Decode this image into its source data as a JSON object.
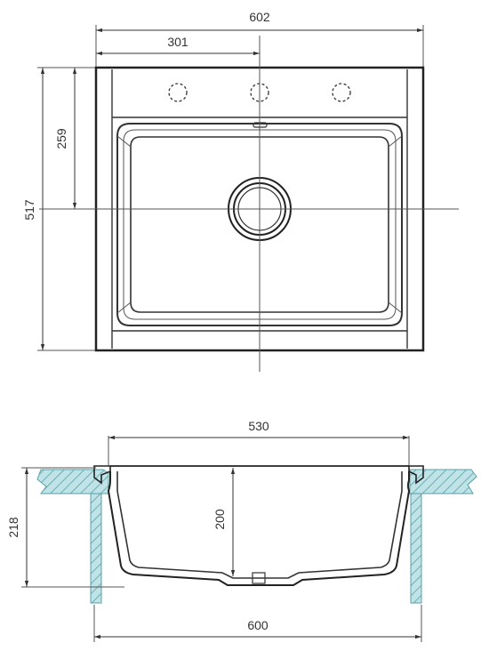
{
  "top_view": {
    "dimensions": {
      "overall_width": "602",
      "half_width": "301",
      "overall_height": "517",
      "drain_offset": "259"
    }
  },
  "section_view": {
    "dimensions": {
      "bowl_width": "530",
      "bowl_depth": "200",
      "total_depth": "218",
      "outer_width": "600"
    }
  },
  "colors": {
    "line": "#333333",
    "dimension": "#555555",
    "hatch_fill": "#bfe3e6",
    "hatch_stroke": "#5aa0a8"
  }
}
